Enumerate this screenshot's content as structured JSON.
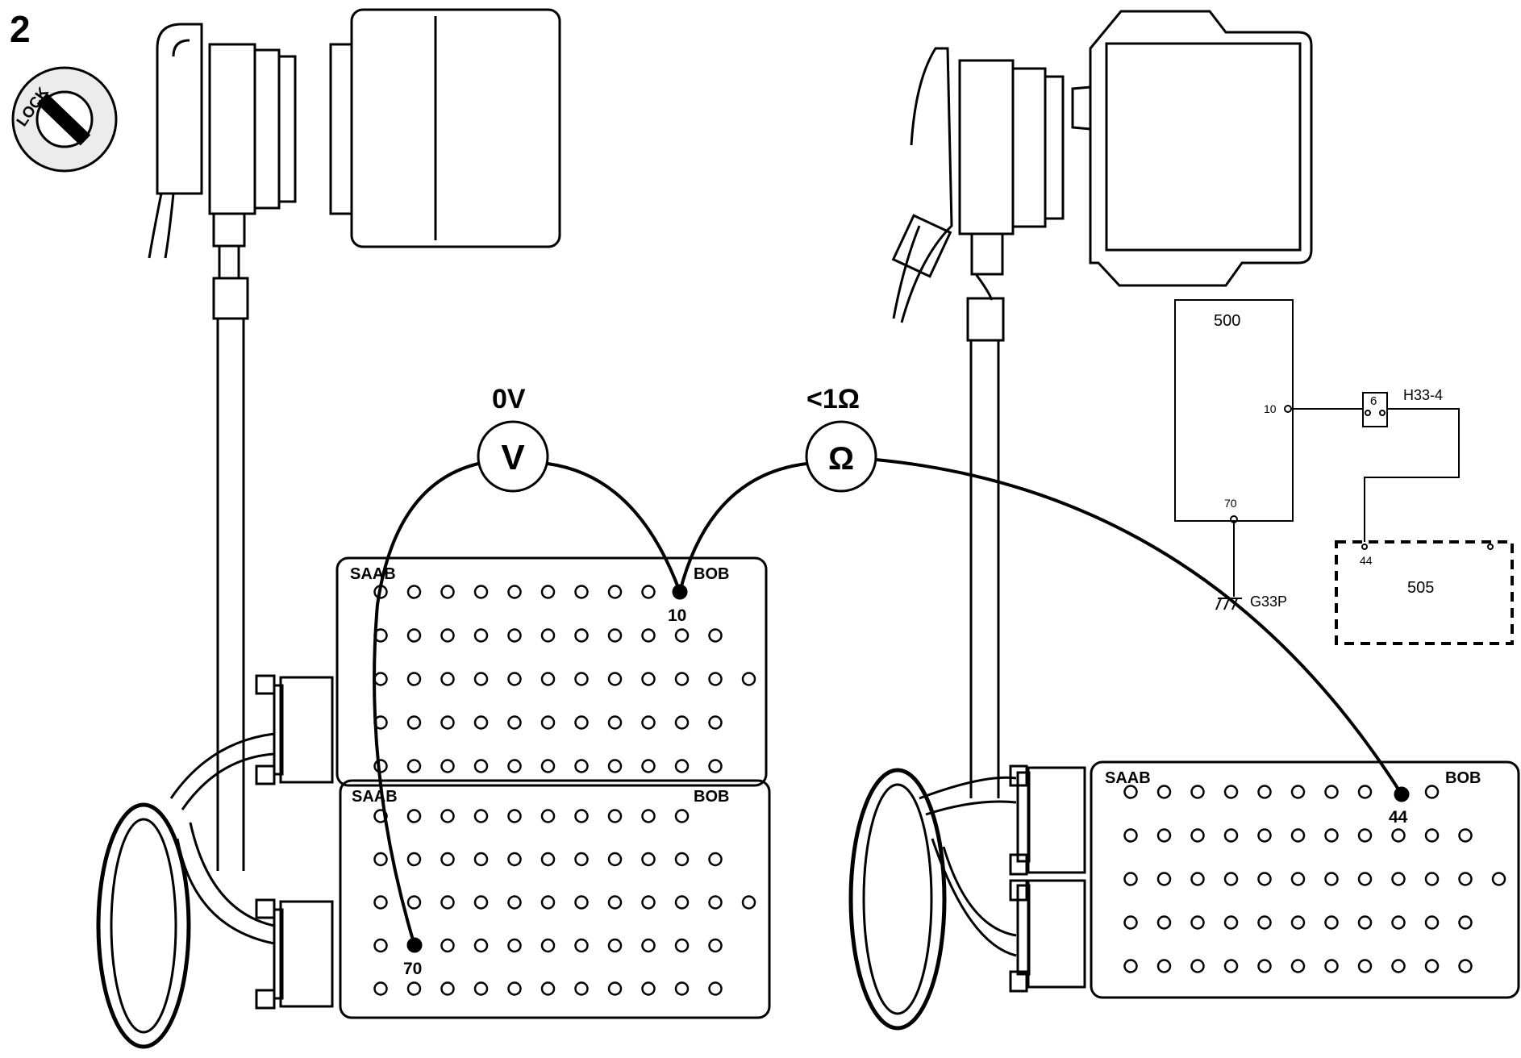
{
  "step_number": "2",
  "lock_label": "LOCK",
  "voltmeter": {
    "reading": "0V",
    "symbol": "V"
  },
  "ohmmeter": {
    "reading": "<1Ω",
    "symbol": "Ω"
  },
  "bob_left_top": {
    "brand": "SAAB",
    "model": "BOB",
    "pin": "10"
  },
  "bob_left_bottom": {
    "brand": "SAAB",
    "model": "BOB",
    "pin": "70"
  },
  "bob_right": {
    "brand": "SAAB",
    "model": "BOB",
    "pin": "44"
  },
  "schematic": {
    "ecu_label": "500",
    "ecu_pin_10": "10",
    "ecu_pin_70": "70",
    "connector_label": "6",
    "connector_ref": "H33-4",
    "ground_ref": "G33P",
    "module_label": "505",
    "module_pin": "44"
  },
  "colors": {
    "line": "#000000",
    "background": "#ffffff"
  }
}
